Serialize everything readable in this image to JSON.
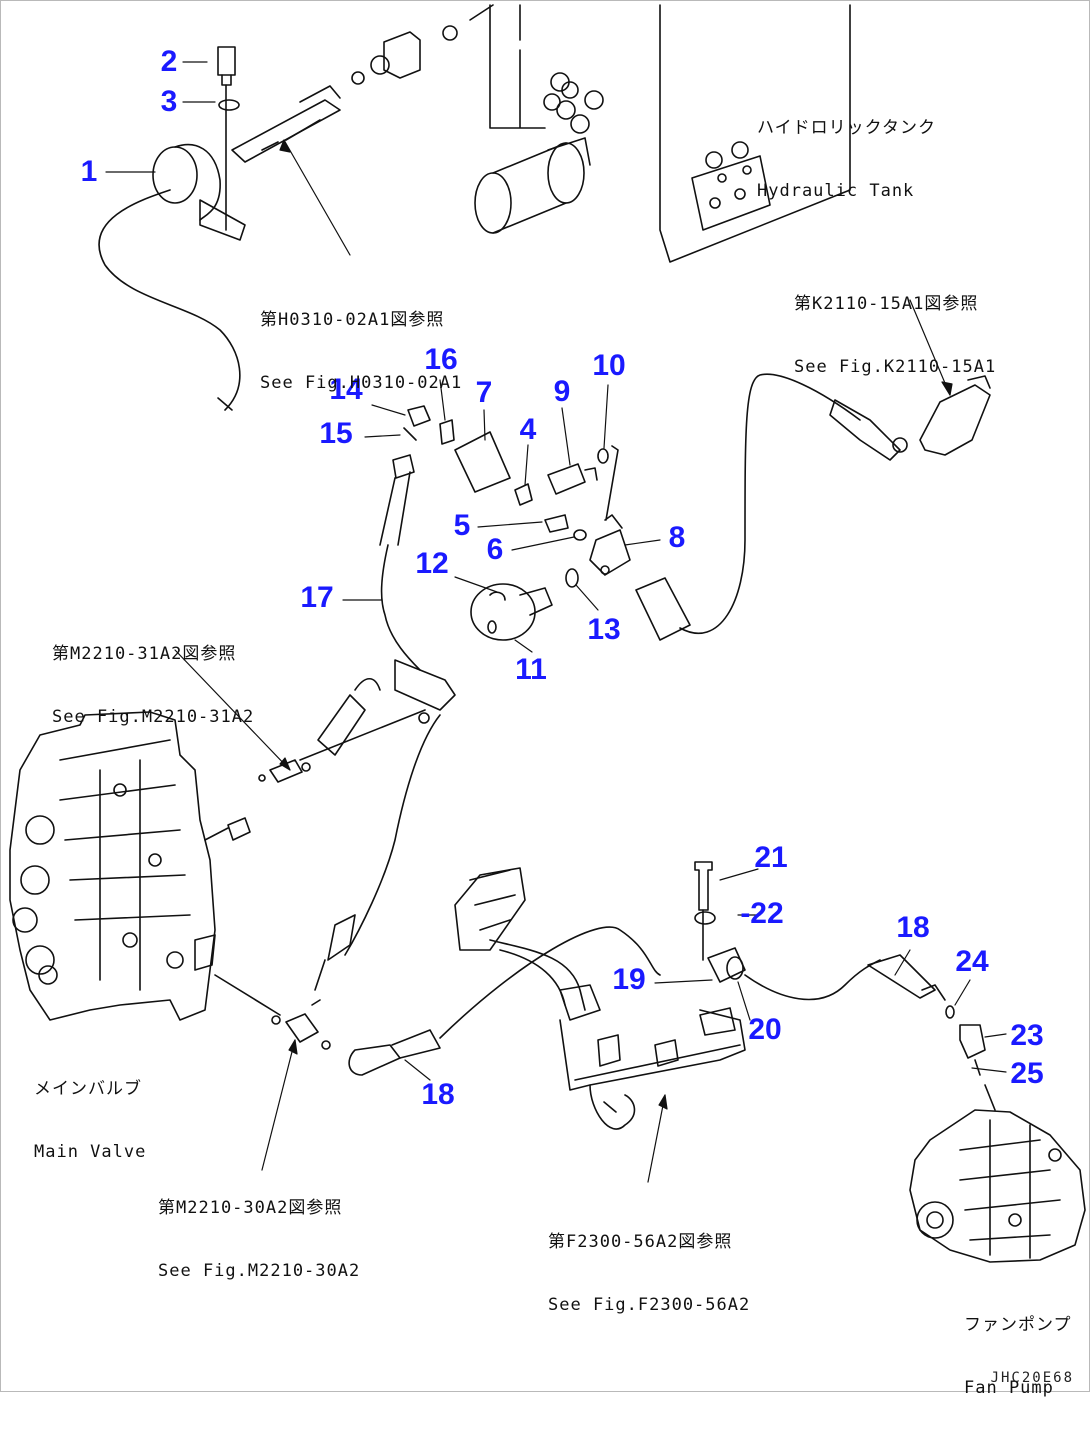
{
  "part_numbers": [
    "1",
    "2",
    "3",
    "4",
    "5",
    "6",
    "7",
    "8",
    "9",
    "10",
    "11",
    "12",
    "13",
    "14",
    "15",
    "16",
    "17",
    "18",
    "18",
    "19",
    "20",
    "21",
    "-22",
    "23",
    "24",
    "25"
  ],
  "references": {
    "hydraulic_tank": {
      "jp": "ハイドロリックタンク",
      "en": "Hydraulic Tank"
    },
    "fig_h03": {
      "jp": "第H0310-02A1図参照",
      "en": "See Fig.H0310-02A1"
    },
    "fig_k21": {
      "jp": "第K2110-15A1図参照",
      "en": "See Fig.K2110-15A1"
    },
    "fig_m2210_31": {
      "jp": "第M2210-31A2図参照",
      "en": "See Fig.M2210-31A2"
    },
    "main_valve": {
      "jp": "メインバルブ",
      "en": "Main Valve"
    },
    "fig_m2210_30": {
      "jp": "第M2210-30A2図参照",
      "en": "See Fig.M2210-30A2"
    },
    "fig_f2300": {
      "jp": "第F2300-56A2図参照",
      "en": "See Fig.F2300-56A2"
    },
    "fan_pump": {
      "jp": "ファンポンプ",
      "en": "Fan Pump"
    }
  },
  "drawing_code": "JHC20E68",
  "colors": {
    "callout": "#1a1aff",
    "line": "#111111",
    "frame": "#b9b9b9"
  }
}
